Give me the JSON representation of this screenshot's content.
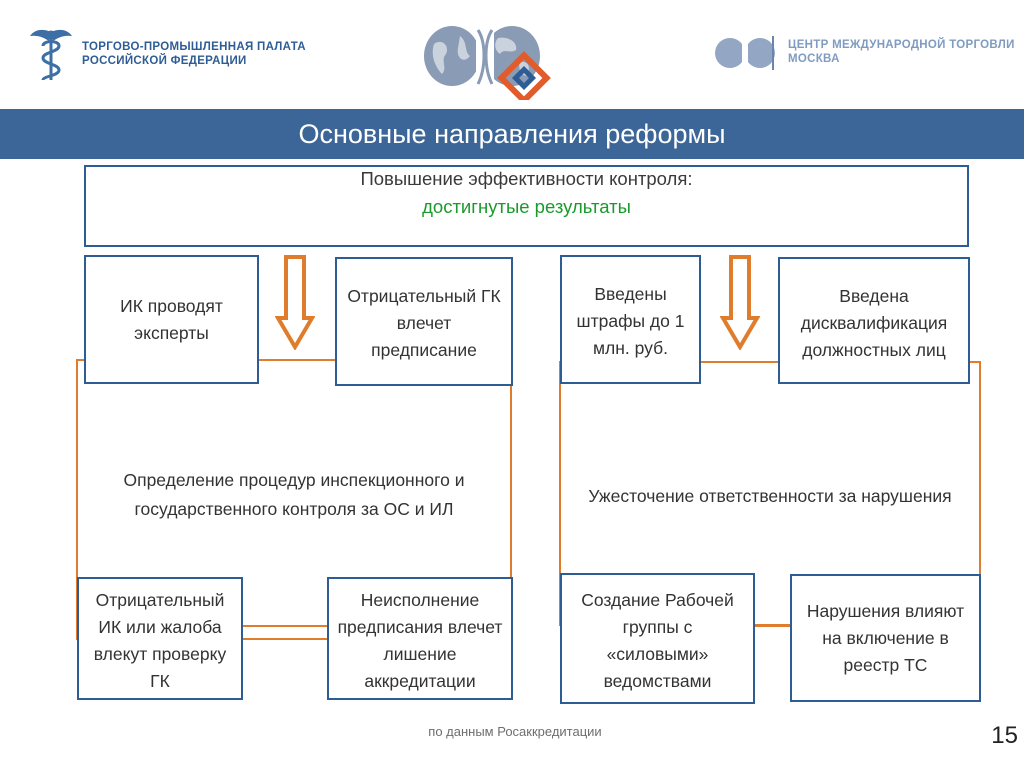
{
  "header": {
    "tpp_name_line1": "ТОРГОВО-ПРОМЫШЛЕННАЯ ПАЛАТА",
    "tpp_name_line2": "РОССИЙСКОЙ ФЕДЕРАЦИИ",
    "wtc_name_line1": "ЦЕНТР МЕЖДУНАРОДНОЙ ТОРГОВЛИ",
    "wtc_name_line2": "МОСКВА"
  },
  "title": "Основные направления реформы",
  "summary": {
    "line1": "Повышение эффективности контроля:",
    "line2": "достигнутые результаты"
  },
  "left_group": {
    "top_left": "ИК проводят эксперты",
    "top_right": "Отрицательный ГК влечет предписание",
    "center": "Определение процедур инспекционного и государственного контроля за ОС и ИЛ",
    "bottom_left": "Отрицательный ИК или жалоба влекут проверку ГК",
    "bottom_right": "Неисполнение предписания влечет лишение аккредитации"
  },
  "right_group": {
    "top_left": "Введены штрафы до 1 млн. руб.",
    "top_right": "Введена дисквалификация должностных лиц",
    "center": "Ужесточение ответственности за нарушения",
    "bottom_left": "Создание Рабочей группы с «силовыми» ведомствами",
    "bottom_right": "Нарушения влияют на включение в реестр ТС"
  },
  "footer": {
    "source": "по данным Росаккредитации",
    "page_number": "15"
  },
  "colors": {
    "title_bar": "#3c6697",
    "box_border": "#2e5d95",
    "frame_orange": "#e07d2c",
    "result_green": "#1a9a2c"
  },
  "icons": [
    "chamber-of-commerce-emblem-icon",
    "globe-logo-icon",
    "wtc-logo-icon",
    "down-arrow-icon"
  ]
}
